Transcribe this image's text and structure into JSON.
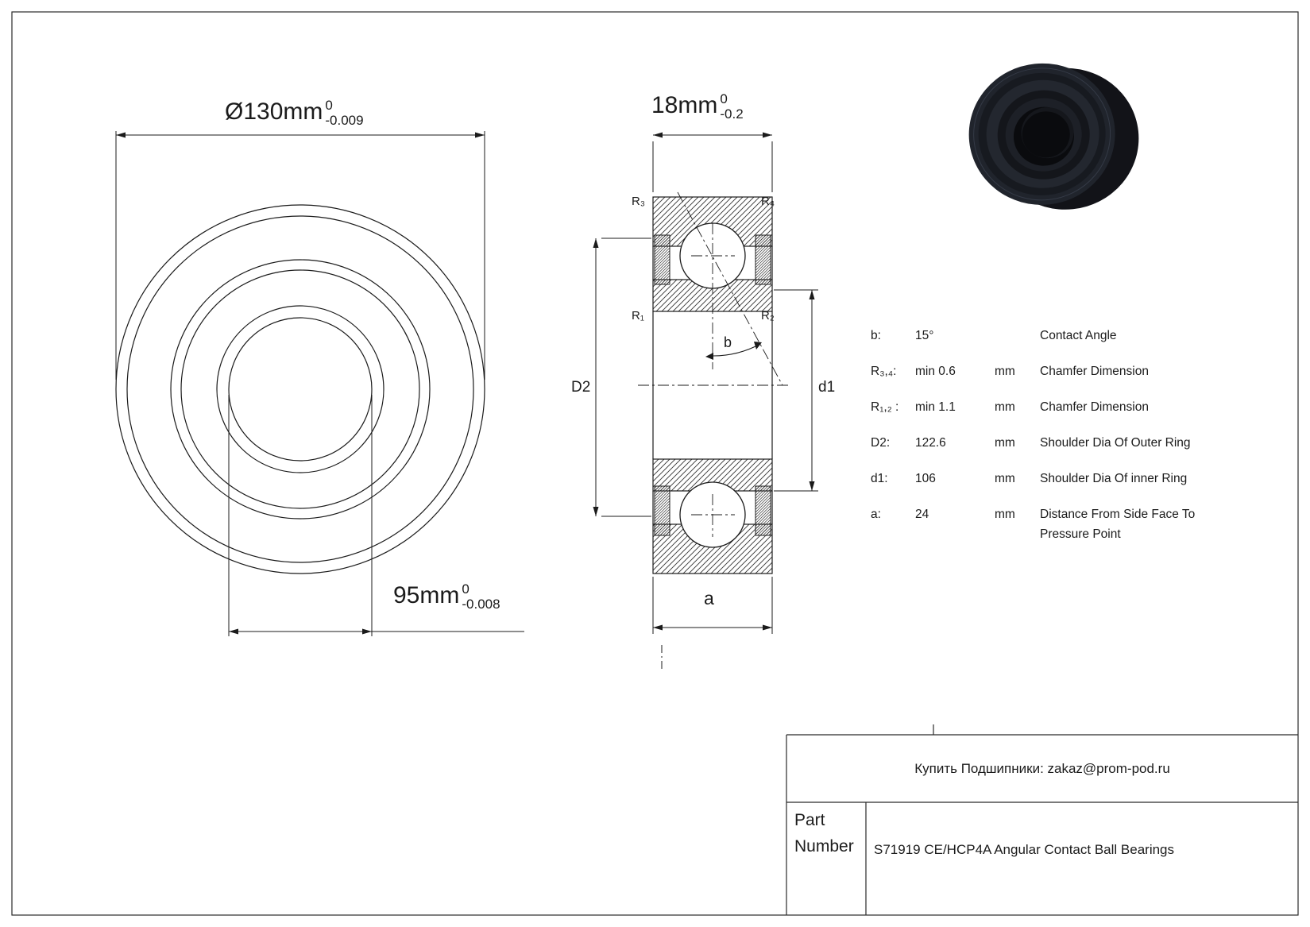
{
  "front_view": {
    "outer_dim": {
      "label": "Ø130mm",
      "tol_upper": "0",
      "tol_lower": "-0.009"
    },
    "bore_dim": {
      "label": "95mm",
      "tol_upper": "0",
      "tol_lower": "-0.008"
    }
  },
  "section_view": {
    "width_dim": {
      "label": "18mm",
      "tol_upper": "0",
      "tol_lower": "-0.2"
    },
    "corner_r3": "R₃",
    "corner_r4": "R₄",
    "corner_r1": "R₁",
    "corner_r2": "R₂",
    "d2_label": "D2",
    "d1_label": "d1",
    "angle_label": "b",
    "width_label": "a"
  },
  "spec_table": {
    "rows": [
      {
        "param": "b:",
        "value": "15°",
        "unit": "",
        "description": "Contact Angle"
      },
      {
        "param": "R₃,₄:",
        "value": "min 0.6",
        "unit": "mm",
        "description": "Chamfer Dimension"
      },
      {
        "param": "R₁,₂ :",
        "value": "min 1.1",
        "unit": "mm",
        "description": "Chamfer Dimension"
      },
      {
        "param": "D2:",
        "value": "122.6",
        "unit": "mm",
        "description": "Shoulder Dia Of Outer Ring"
      },
      {
        "param": "d1:",
        "value": "106",
        "unit": "mm",
        "description": "Shoulder Dia Of inner Ring"
      },
      {
        "param": "a:",
        "value": "24",
        "unit": "mm",
        "description": "Distance From Side Face To Pressure Point"
      }
    ]
  },
  "title_block": {
    "contact_text": "Купить Подшипники: zakaz@prom-pod.ru",
    "part_label_line1": "Part",
    "part_label_line2": "Number",
    "part_number": "S71919 CE/HCP4A Angular Contact Ball Bearings"
  }
}
